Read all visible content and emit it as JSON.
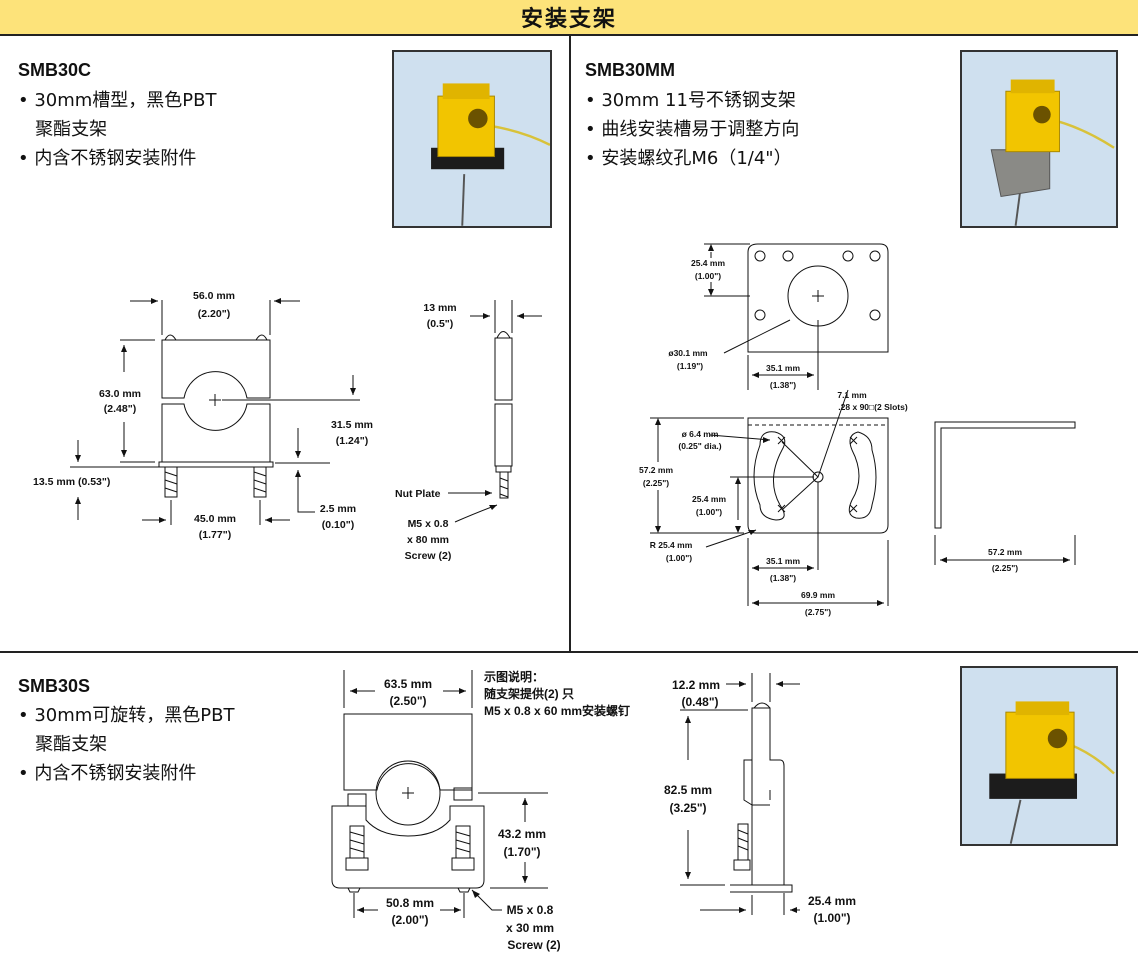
{
  "banner": {
    "title": "安装支架"
  },
  "smb30c": {
    "model": "SMB30C",
    "bullets": [
      "• 30mm槽型，黑色PBT",
      "   聚酯支架",
      "• 内含不锈钢安装附件"
    ],
    "dims": {
      "width_mm": "56.0 mm",
      "width_in": "(2.20\")",
      "height_mm": "63.0 mm",
      "height_in": "(2.48\")",
      "half_mm": "31.5 mm",
      "half_in": "(1.24\")",
      "foot": "13.5 mm (0.53\")",
      "plate_mm": "2.5 mm",
      "plate_in": "(0.10\")",
      "hole_mm": "45.0 mm",
      "hole_in": "(1.77\")",
      "side_mm": "13 mm",
      "side_in": "(0.5\")",
      "nut_plate": "Nut Plate",
      "screw1": "M5 x 0.8",
      "screw2": "x 80 mm",
      "screw3": "Screw (2)"
    }
  },
  "smb30mm": {
    "model": "SMB30MM",
    "bullets": [
      "• 30mm 11号不锈钢支架",
      "• 曲线安装槽易于调整方向",
      "• 安装螺纹孔M6（1/4\"）"
    ],
    "dims": {
      "top_mm": "25.4 mm",
      "top_in": "(1.00\")",
      "bore_mm": "ø30.1 mm",
      "bore_in": "(1.19\")",
      "c1_mm": "35.1 mm",
      "c1_in": "(1.38\")",
      "slot_mm": "7.1 mm",
      "slot_in": ".28 x 90□(2 Slots)",
      "hole_mm": "ø 6.4 mm",
      "hole_in": "(0.25\" dia.)",
      "h_mm": "57.2 mm",
      "h_in": "(2.25\")",
      "mid_mm": "25.4 mm",
      "mid_in": "(1.00\")",
      "r_mm": "R 25.4 mm",
      "r_in": "(1.00\")",
      "c2_mm": "35.1 mm",
      "c2_in": "(1.38\")",
      "w_mm": "69.9 mm",
      "w_in": "(2.75\")",
      "side_mm": "57.2 mm",
      "side_in": "(2.25\")"
    }
  },
  "smb30s": {
    "model": "SMB30S",
    "bullets": [
      "• 30mm可旋转，黑色PBT",
      "   聚酯支架",
      "• 内含不锈钢安装附件"
    ],
    "note": [
      "示图说明：",
      "随支架提供(2) 只",
      "M5 x 0.8 x 60 mm安装螺钉"
    ],
    "dims": {
      "w_mm": "63.5 mm",
      "w_in": "(2.50\")",
      "h_mm": "43.2 mm",
      "h_in": "(1.70\")",
      "b_mm": "50.8 mm",
      "b_in": "(2.00\")",
      "screw1": "M5 x 0.8",
      "screw2": "x 30 mm",
      "screw3": "Screw (2)",
      "t_mm": "12.2 mm",
      "t_in": "(0.48\")",
      "tall_mm": "82.5 mm",
      "tall_in": "(3.25\")",
      "base_mm": "25.4 mm",
      "base_in": "(1.00\")"
    }
  },
  "colors": {
    "banner": "#fde37a",
    "photo_bg": "#cfe0ef",
    "sensor_yellow": "#f2c500"
  },
  "icons": [
    "photo-sensor-channel-bracket",
    "photo-sensor-steel-bracket",
    "photo-sensor-swivel-bracket"
  ]
}
